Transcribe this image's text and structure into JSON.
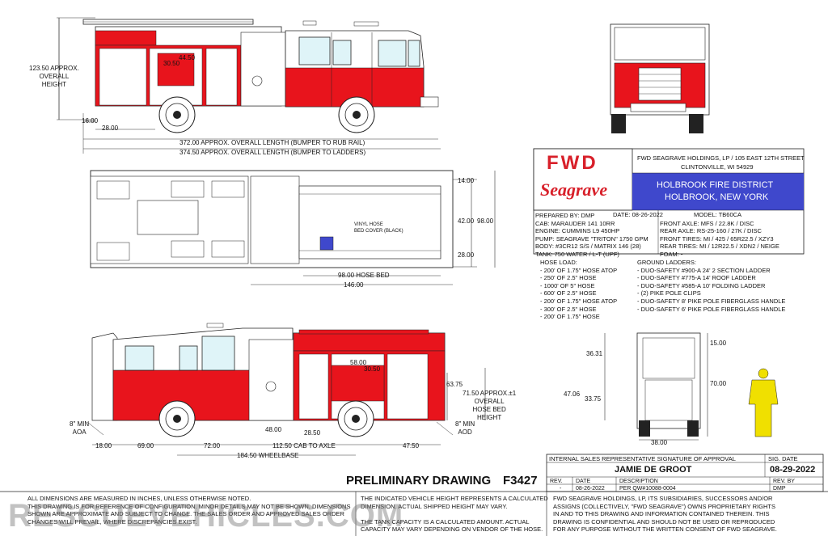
{
  "side_view": {
    "height_label": [
      "123.50 APPROX.",
      "OVERALL",
      "HEIGHT"
    ],
    "dims": {
      "front_overhang": "16.00",
      "d28": "28.00",
      "d44_50": "44.50",
      "d30_50": "30.50"
    },
    "overall_length_rub": "372.00 APPROX. OVERALL LENGTH (BUMPER TO RUB RAIL)",
    "overall_length_ladders": "374.50 APPROX. OVERALL LENGTH (BUMPER TO LADDERS)"
  },
  "top_view": {
    "dims": {
      "d14": "14.00",
      "d42": "42.00",
      "d98": "98.00",
      "d28": "28.00"
    },
    "hose_bed_length": "98.00 HOSE BED",
    "d146": "146.00",
    "vinyl_cover": [
      "VINYL HOSE",
      "BED COVER (BLACK)"
    ]
  },
  "left_view": {
    "front_aoa": [
      "8\" MIN",
      "AOA"
    ],
    "rear_aod": [
      "8\" MIN",
      "AOD"
    ],
    "hose_bed_height": [
      "71.50 APPROX.±1",
      "OVERALL",
      "HOSE BED",
      "HEIGHT"
    ],
    "dims": {
      "d58": "58.00",
      "d30_50": "30.50",
      "d63_75": "63.75",
      "d18": "18.00",
      "d69": "69.00",
      "d72": "72.00",
      "d48": "48.00",
      "d28_50": "28.50",
      "cab_to_axle": "112.50 CAB TO AXLE",
      "d47_50": "47.50",
      "wheelbase": "184.50 WHEELBASE"
    }
  },
  "rear_view": {
    "dims": {
      "d36_31": "36.31",
      "d47_06": "47.06",
      "d33_75": "33.75",
      "d15": "15.00",
      "d70": "70.00",
      "d38": "38.00"
    }
  },
  "title_block": {
    "brand_top": "FWD",
    "brand_bottom": "Seagrave",
    "company": "FWD SEAGRAVE HOLDINGS, LP / 105 EAST 12TH STREET",
    "city": "CLINTONVILLE, WI 54929",
    "customer_line1": "HOLBROOK FIRE DISTRICT",
    "customer_line2": "HOLBROOK, NEW YORK",
    "specs_left": [
      "PREPARED BY:  DMP",
      "CAB:  MARAUDER 141 10RR",
      "ENGINE:  CUMMINS L9 450HP",
      "PUMP:  SEAGRAVE \"TRITON\" 1750 GPM",
      "BODY:  #3CR12 S/S / MATRIX 146 (28)",
      "TANK:  750 WATER / L-T (UPF)"
    ],
    "date_label": "DATE:  08-26-2022",
    "model_label": "MODEL:  TB60CA",
    "specs_right": [
      "FRONT AXLE:  MFS / 22.8K / DISC",
      "REAR AXLE:  RS-25-160 / 27K / DISC",
      "FRONT TIRES:  MI / 425 / 65R22.5 / XZY3",
      "REAR TIRES:  MI / 12R22.5 / XDN2 / NEIGE",
      "FOAM:  -"
    ]
  },
  "hose_load": {
    "title": "HOSE LOAD:",
    "items": [
      "- 200' OF 1.75\" HOSE ATOP",
      "- 250' OF 2.5\" HOSE",
      "- 1000' OF 5\" HOSE",
      "- 600' OF 2.5\" HOSE",
      "- 200' OF 1.75\" HOSE ATOP",
      "- 300' OF 2.5\" HOSE",
      "- 200' OF 1.75\" HOSE"
    ]
  },
  "ground_ladders": {
    "title": "GROUND LADDERS:",
    "items": [
      "- DUO-SAFETY #900-A 24' 2 SECTION LADDER",
      "- DUO-SAFETY #775-A 14' ROOF LADDER",
      "- DUO-SAFETY #585-A 10' FOLDING LADDER",
      "- (2) PIKE POLE CLIPS",
      "- DUO-SAFETY 8' PIKE POLE FIBERGLASS HANDLE",
      "- DUO-SAFETY 6' PIKE POLE FIBERGLASS HANDLE"
    ]
  },
  "drawing_title": "PRELIMINARY DRAWING",
  "drawing_number": "F3427",
  "signature_block": {
    "header_left": "INTERNAL SALES REPRESENTATIVE SIGNATURE OF APPROVAL",
    "header_right": "SIG. DATE",
    "signer": "JAMIE DE GROOT",
    "sig_date": "08-29-2022",
    "rev_headers": [
      "REV.",
      "DATE",
      "DESCRIPTION",
      "REV. BY"
    ],
    "rev_row": [
      "-",
      "08-26-2022",
      "PER QW#10088-0004",
      "DMP"
    ]
  },
  "notes": {
    "left": [
      "ALL DIMENSIONS ARE MEASURED IN INCHES, UNLESS OTHERWISE NOTED.",
      "THIS DRAWING IS FOR REFERENCE OF CONFIGURATION. MINOR DETAILS MAY NOT BE SHOWN. DIMENSIONS",
      "SHOWN ARE APPROXIMATE AND SUBJECT TO CHANGE. THE SALES ORDER AND APPROVED SALES ORDER",
      "CHANGES WILL PREVAIL, WHERE DISCREPANCIES EXIST."
    ],
    "middle": [
      "THE INDICATED VEHICLE HEIGHT REPRESENTS A CALCULATED",
      "DIMENSION.  ACTUAL SHIPPED HEIGHT MAY VARY.",
      "",
      "THE TANK CAPACITY IS A CALCULATED AMOUNT.  ACTUAL",
      "CAPACITY MAY VARY DEPENDING ON  VENDOR OF THE HOSE."
    ],
    "right": [
      "FWD SEAGRAVE HOLDINGS, LP, ITS SUBSIDIARIES, SUCCESSORS AND/OR",
      "ASSIGNS (COLLECTIVELY, \"FWD SEAGRAVE\") OWNS PROPRIETARY RIGHTS",
      "IN AND TO THIS DRAWING AND INFORMATION CONTAINED THEREIN. THIS",
      "DRAWING IS CONFIDENTIAL AND SHOULD NOT BE USED OR REPRODUCED",
      "FOR ANY PURPOSE WITHOUT THE WRITTEN CONSENT OF  FWD SEAGRAVE."
    ]
  },
  "watermark": "RESCUEVEHICLES.COM",
  "colors": {
    "red": "#e8141c",
    "blue": "#3f48cc",
    "brand_red": "#d8202a"
  }
}
